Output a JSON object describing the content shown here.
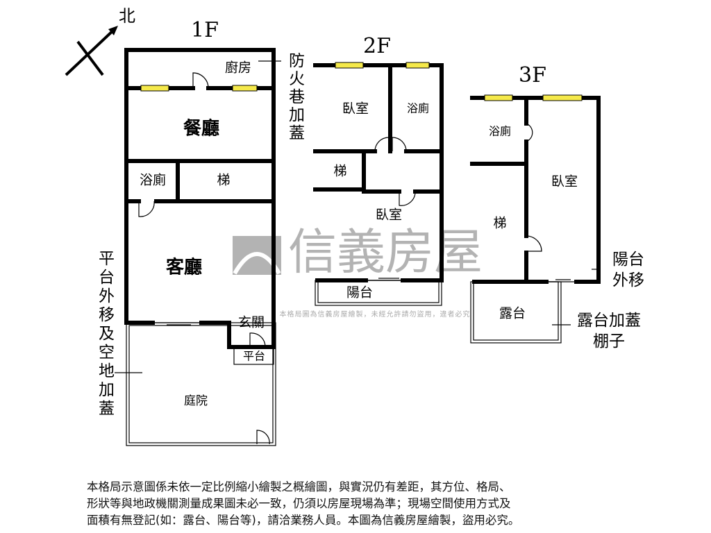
{
  "compass": {
    "north": "北"
  },
  "floors": [
    {
      "title": "1F",
      "rooms": [
        "廚房",
        "餐廳",
        "浴廁",
        "梯",
        "客廳",
        "玄關",
        "平台",
        "庭院"
      ],
      "notes": [
        "防火巷加蓋",
        "平台外移及空地加蓋"
      ]
    },
    {
      "title": "2F",
      "rooms": [
        "臥室",
        "浴廁",
        "梯",
        "臥室",
        "陽台"
      ]
    },
    {
      "title": "3F",
      "rooms": [
        "浴廁",
        "臥室",
        "梯",
        "露台"
      ],
      "notes": [
        "陽台外移",
        "露台加蓋棚子"
      ]
    }
  ],
  "watermark": {
    "brand": "信義房屋",
    "notice": "本格局圖為信義房屋繪製，未經允許請勿盜用，違者必究"
  },
  "disclaimer": [
    "本格局示意圖係未依一定比例縮小繪製之概繪圖，與實況仍有差距，其方位、格局、",
    "形狀等與地政機關測量成果圖未必一致，仍須以房屋現場為準；現場空間使用方式及",
    "面積有無登記(如：露台、陽台等)，請洽業務人員。本圖為信義房屋繪製，盜用必究。"
  ],
  "colors": {
    "window": "#f5e94a",
    "wall": "#000000",
    "watermark": "#9a9a9a"
  }
}
